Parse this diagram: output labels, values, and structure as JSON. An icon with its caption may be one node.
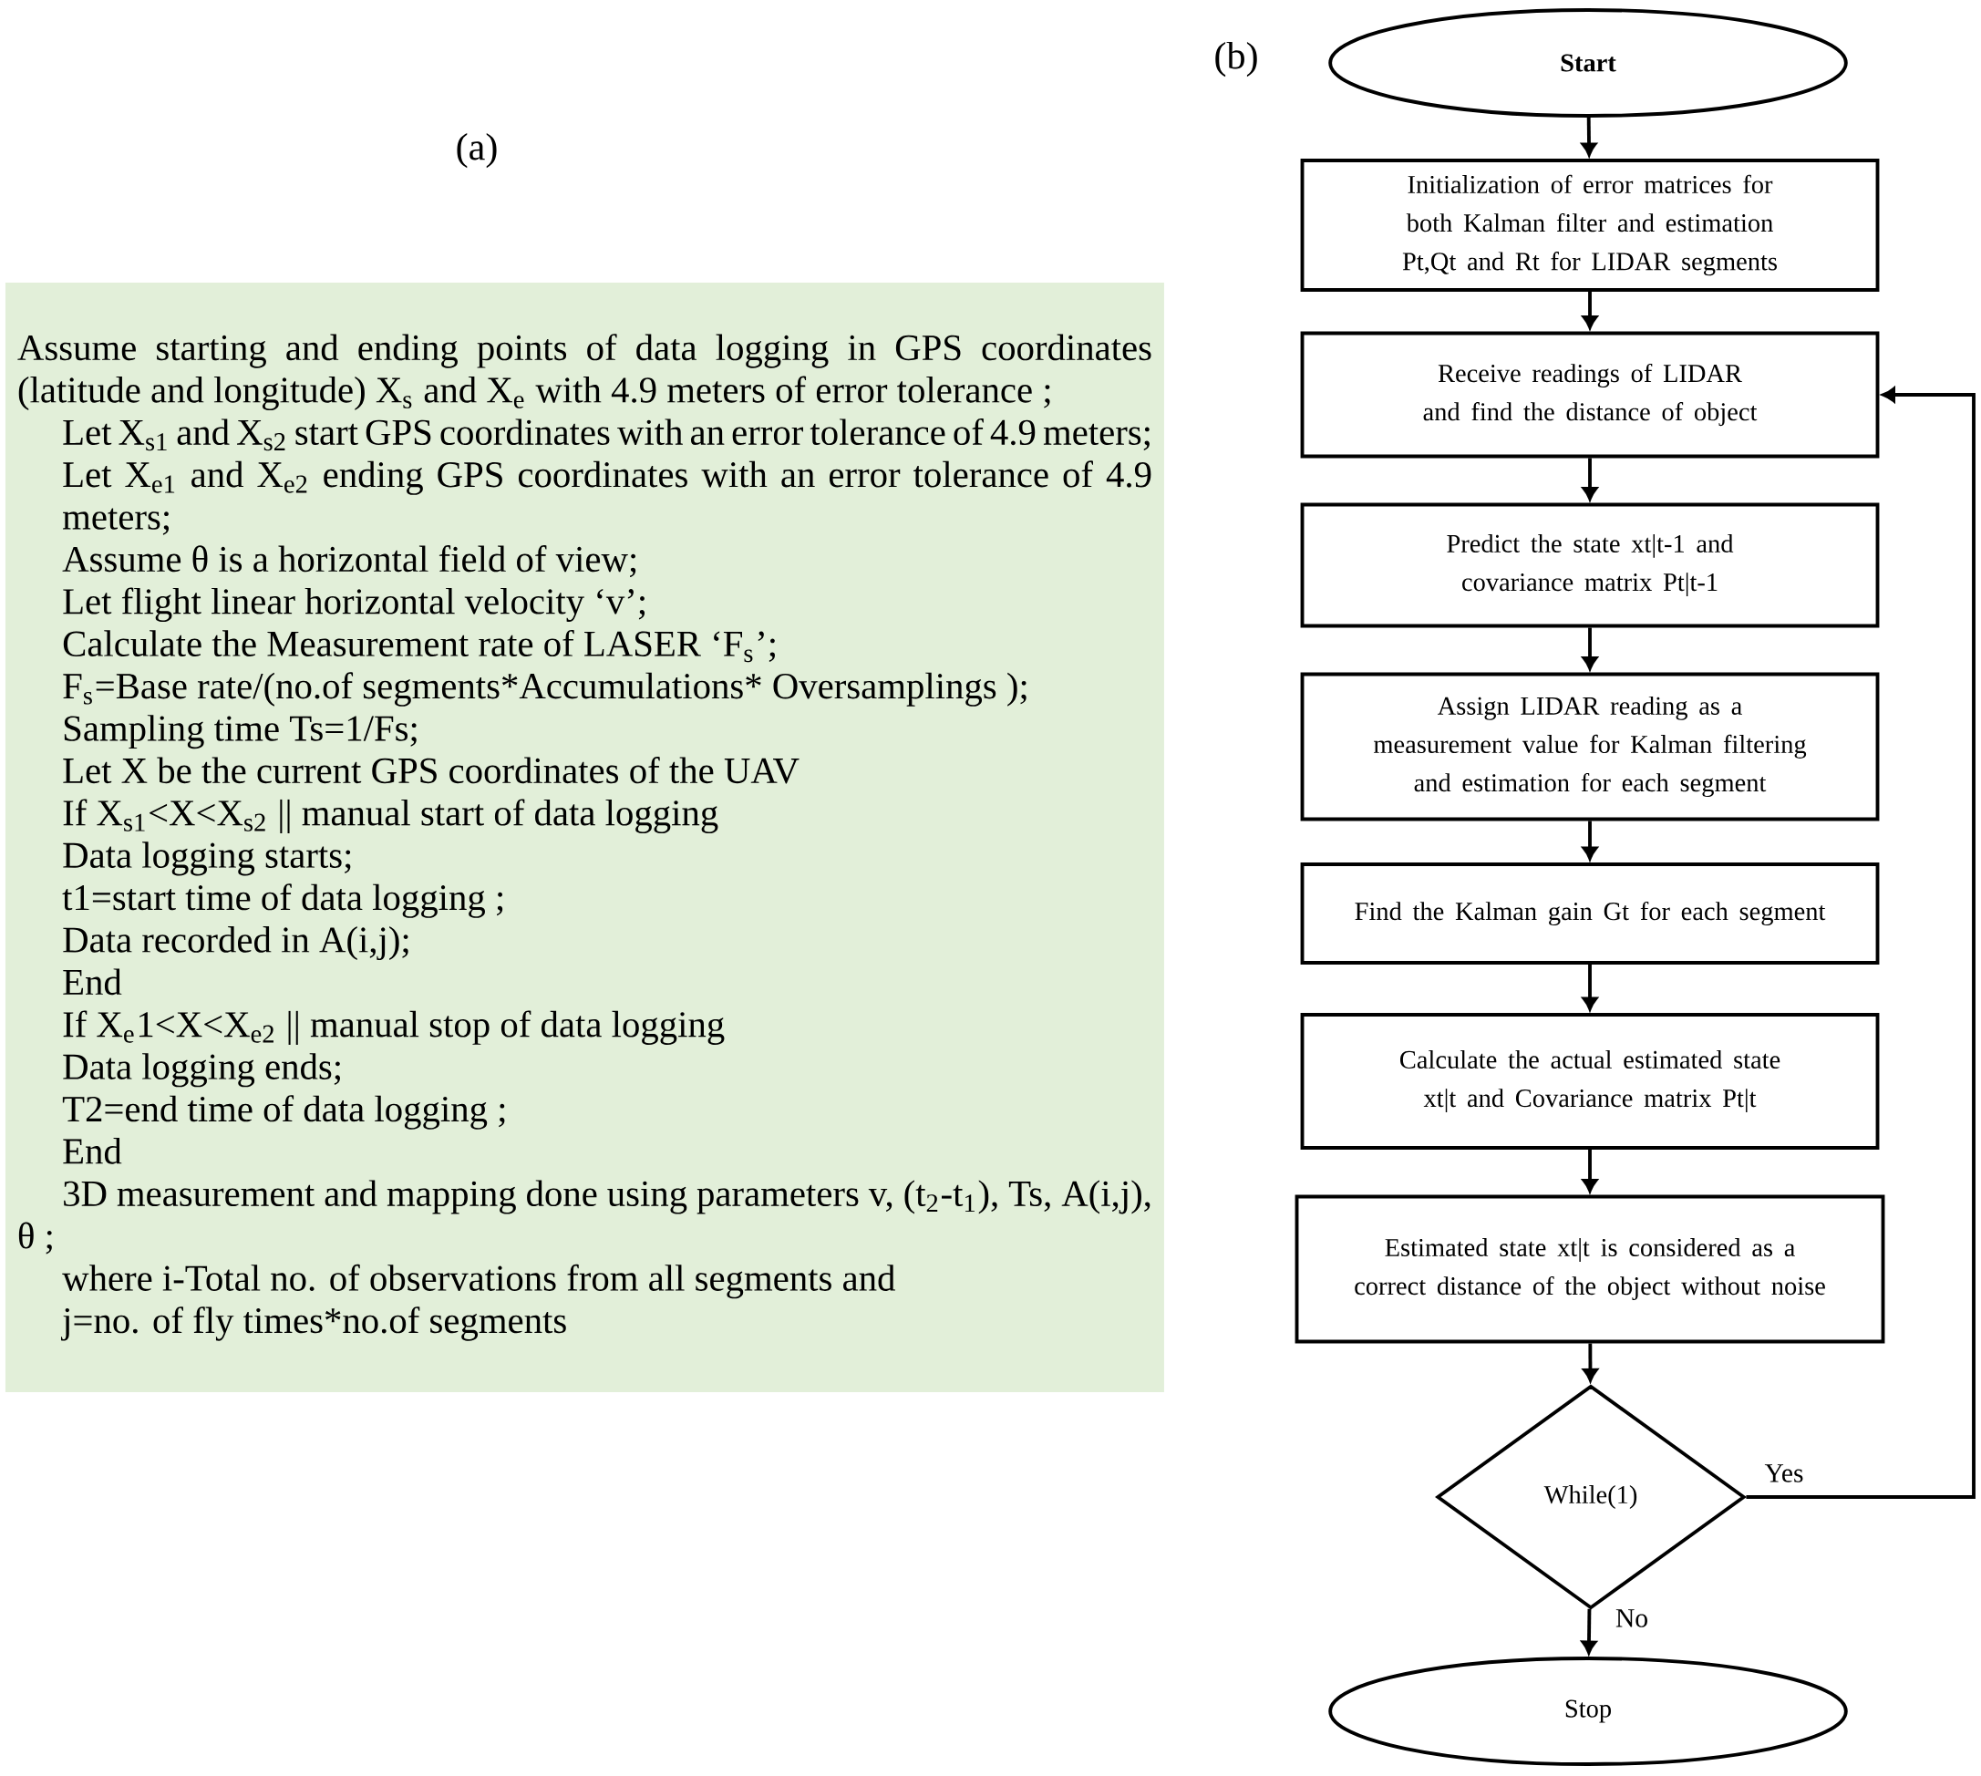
{
  "diagram": {
    "nodes": [
      {
        "text": [
          "Assume starting and ending points of data logging in GPS coordinates (latitude and longitude) X$_{s}$ and X$_{e}$ with 4.9 meters of error tolerance ;",
          "Let X$_{s1}$ and X$_{s2}$ start GPS coordinates with an error tolerance of 4.9 meters;",
          "Let X$_{e1}$ and X$_{e2}$ ending GPS coordinates with an error tolerance of 4.9 meters;",
          "Assume θ is a horizontal field of view;",
          "Let flight linear horizontal velocity ‘v’;",
          "Calculate the Measurement rate of LASER ‘F$_{s}$’;",
          "F$_{s}$=Base rate/(no.of segments*Accumulations* Oversamplings );",
          "Sampling time Ts=1/Fs;",
          "Let X be the current GPS coordinates of the UAV",
          "If X$_{s1}$<X<X$_{s2}$ || manual start of data logging",
          "Data logging starts;",
          "t1=start time of data logging ;",
          "Data recorded in A(i,j);",
          "End",
          "If X$_{e}$1<X<X$_{e2}$ || manual stop of data logging",
          "Data logging ends;",
          "T2=end time of data logging ;",
          "End",
          "3D measurement and mapping done using parameters v, (t$_{2}$-t$_{1}$), Ts, A(i,j), θ ;",
          "where i-Total no. of observations from all segments and",
          "j=no. of fly times*no.of segments"
        ]
      },
      {
        "text": [
          "Start"
        ]
      },
      {
        "text": [
          "Initialization of error matrices for both Kalman filter and estimation Pt,Qt and Rt for LIDAR segments"
        ]
      },
      {
        "text": [
          "Receive readings of LIDAR and find the distance of object"
        ]
      },
      {
        "text": [
          "Predict the state xt|t-1 and covariance matrix Pt|t-1"
        ]
      },
      {
        "text": [
          "Assign LIDAR reading as a measurement value for Kalman filtering and estimation for each segment"
        ]
      },
      {
        "text": [
          "Find the Kalman gain Gt for each segment"
        ]
      },
      {
        "text": [
          "Calculate the actual estimated state xt|t and Covariance matrix Pt|t"
        ]
      },
      {
        "text": [
          "Estimated state xt|t is considered as a correct distance of the object without noise"
        ]
      },
      {
        "text": [
          "While(1)"
        ]
      },
      {
        "text": [
          "Stop"
        ]
      }
    ],
    "edges": [
      {
        "from": 1,
        "to": 2,
        "arrow": "to"
      },
      {
        "from": 2,
        "to": 3,
        "arrow": "to"
      },
      {
        "from": 3,
        "to": 4,
        "arrow": "to"
      },
      {
        "from": 4,
        "to": 5,
        "arrow": "to"
      },
      {
        "from": 5,
        "to": 6,
        "arrow": "to"
      },
      {
        "from": 6,
        "to": 7,
        "arrow": "to"
      },
      {
        "from": 7,
        "to": 8,
        "arrow": "to"
      },
      {
        "from": 8,
        "to": 9,
        "arrow": "to"
      },
      {
        "from": 9,
        "to": 3,
        "arrow": "to",
        "label": "Yes"
      },
      {
        "from": 9,
        "to": 10,
        "arrow": "to",
        "label": "No"
      }
    ],
    "labels": [
      "(a)",
      "(b)"
    ]
  }
}
